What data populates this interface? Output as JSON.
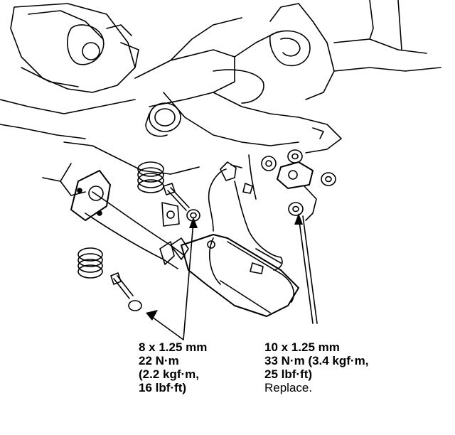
{
  "callouts": {
    "left": {
      "size": "8 x 1.25 mm",
      "torque_nm": "22 N·m",
      "torque_kgf": "(2.2 kgf·m,",
      "torque_lbf": "16 lbf·ft)"
    },
    "right": {
      "size": "10 x 1.25 mm",
      "torque_nm": "33 N·m (3.4 kgf·m,",
      "torque_lbf": "25 lbf·ft)",
      "note": "Replace."
    }
  },
  "colors": {
    "ink": "#000000",
    "paper": "#ffffff"
  }
}
